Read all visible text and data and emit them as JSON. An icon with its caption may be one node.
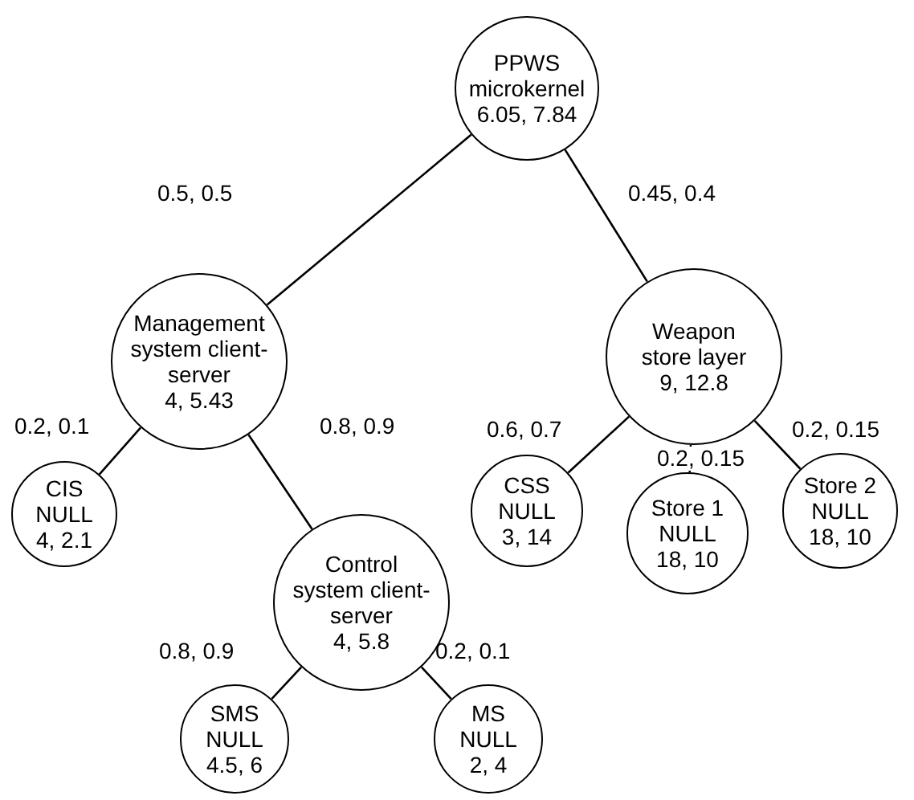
{
  "diagram": {
    "nodes": [
      {
        "text": [
          "PPWS microkernel",
          "6.05, 7.84"
        ]
      },
      {
        "text": [
          "Management system client-server",
          "4, 5.43"
        ]
      },
      {
        "text": [
          "Weapon store layer",
          "9, 12.8"
        ]
      },
      {
        "text": [
          "CIS",
          "NULL",
          "4, 2.1"
        ]
      },
      {
        "text": [
          "Control system client-server",
          "4, 5.8"
        ]
      },
      {
        "text": [
          "SMS",
          "NULL",
          "4.5, 6"
        ]
      },
      {
        "text": [
          "MS",
          "NULL",
          "2, 4"
        ]
      },
      {
        "text": [
          "CSS",
          "NULL",
          "3, 14"
        ]
      },
      {
        "text": [
          "Store 1",
          "NULL",
          "18, 10"
        ]
      },
      {
        "text": [
          "Store 2",
          "NULL",
          "18, 10"
        ]
      }
    ],
    "edges": [
      {
        "from": 0,
        "to": 1,
        "arrow": "none",
        "label": "0.5, 0.5"
      },
      {
        "from": 0,
        "to": 2,
        "arrow": "none",
        "label": "0.45, 0.4"
      },
      {
        "from": 1,
        "to": 3,
        "arrow": "none",
        "label": "0.2, 0.1"
      },
      {
        "from": 1,
        "to": 4,
        "arrow": "none",
        "label": "0.8, 0.9"
      },
      {
        "from": 2,
        "to": 7,
        "arrow": "none",
        "label": "0.6, 0.7"
      },
      {
        "from": 2,
        "to": 8,
        "arrow": "none",
        "label": "0.2, 0.15"
      },
      {
        "from": 2,
        "to": 9,
        "arrow": "none",
        "label": "0.2, 0.15"
      },
      {
        "from": 4,
        "to": 5,
        "arrow": "none",
        "label": "0.8, 0.9"
      },
      {
        "from": 4,
        "to": 6,
        "arrow": "none",
        "label": "0.2, 0.1"
      }
    ]
  }
}
